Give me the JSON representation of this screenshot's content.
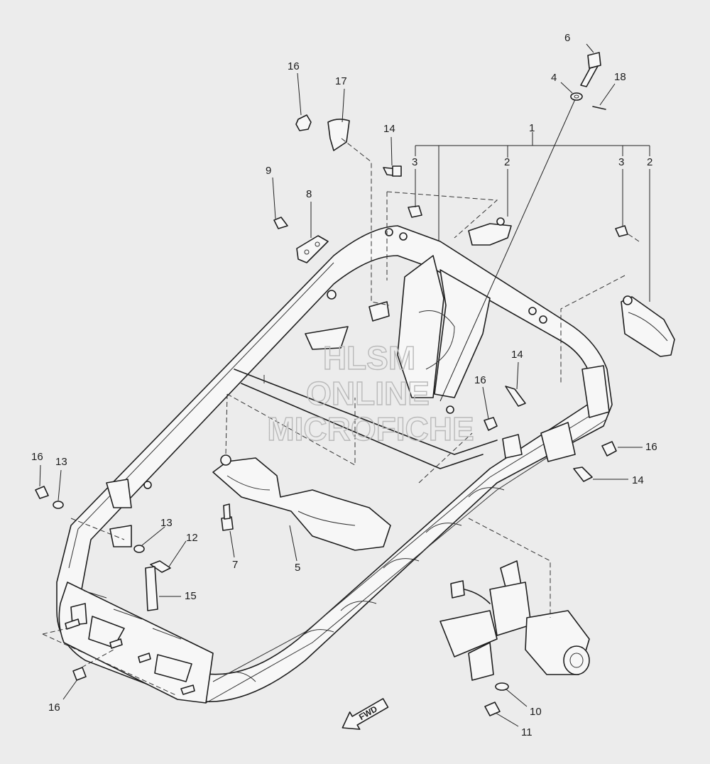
{
  "watermark": {
    "line1": "HLSM",
    "line2": "ONLINE",
    "line3": "MICROFICHE"
  },
  "direction_arrow": {
    "label": "FWD",
    "icon": "forward-arrow-icon"
  },
  "callouts": [
    {
      "id": "c1",
      "text": "1"
    },
    {
      "id": "c2a",
      "text": "2"
    },
    {
      "id": "c2b",
      "text": "2"
    },
    {
      "id": "c3a",
      "text": "3"
    },
    {
      "id": "c3b",
      "text": "3"
    },
    {
      "id": "c4",
      "text": "4"
    },
    {
      "id": "c5",
      "text": "5"
    },
    {
      "id": "c6",
      "text": "6"
    },
    {
      "id": "c7",
      "text": "7"
    },
    {
      "id": "c8",
      "text": "8"
    },
    {
      "id": "c9",
      "text": "9"
    },
    {
      "id": "c10",
      "text": "10"
    },
    {
      "id": "c11",
      "text": "11"
    },
    {
      "id": "c12",
      "text": "12"
    },
    {
      "id": "c13a",
      "text": "13"
    },
    {
      "id": "c13b",
      "text": "13"
    },
    {
      "id": "c14a",
      "text": "14"
    },
    {
      "id": "c14b",
      "text": "14"
    },
    {
      "id": "c14c",
      "text": "14"
    },
    {
      "id": "c15",
      "text": "15"
    },
    {
      "id": "c16a",
      "text": "16"
    },
    {
      "id": "c16b",
      "text": "16"
    },
    {
      "id": "c16c",
      "text": "16"
    },
    {
      "id": "c16d",
      "text": "16"
    },
    {
      "id": "c16e",
      "text": "16"
    },
    {
      "id": "c17",
      "text": "17"
    },
    {
      "id": "c18",
      "text": "18"
    }
  ]
}
